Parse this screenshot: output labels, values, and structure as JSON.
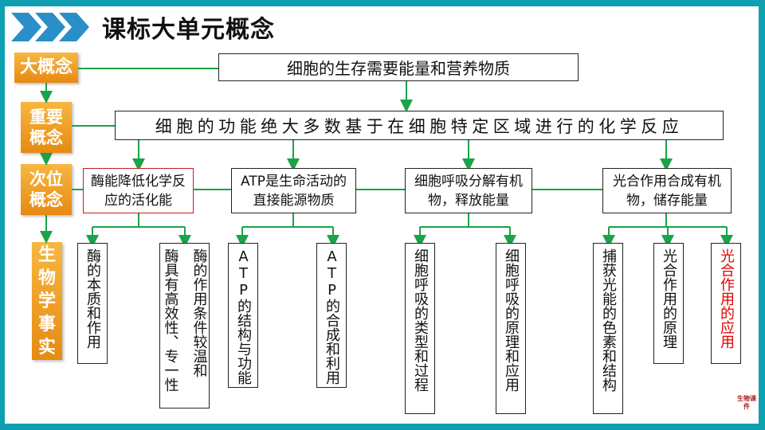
{
  "title": "课标大单元概念",
  "levels": {
    "big": "大概念",
    "important": "重要概念",
    "secondary": "次位概念",
    "facts": "生物学事实"
  },
  "big_concept": "细胞的生存需要能量和营养物质",
  "important_concept": "细胞的功能绝大多数基于在细胞特定区域进行的化学反应",
  "secondary": [
    "酶能降低化学反应的活化能",
    "ATP是生命活动的直接能源物质",
    "细胞呼吸分解有机物，释放能量",
    "光合作用合成有机物，储存能量"
  ],
  "facts": [
    {
      "cols": [
        "酶的本质和作用"
      ]
    },
    {
      "cols": [
        "酶具有高效性、专一性",
        "酶的作用条件较温和"
      ]
    },
    {
      "cols": [
        "ATP的结构与功能"
      ]
    },
    {
      "cols": [
        "ATP的合成和利用"
      ]
    },
    {
      "cols": [
        "细胞呼吸的类型和过程"
      ]
    },
    {
      "cols": [
        "细胞呼吸的原理和应用"
      ]
    },
    {
      "cols": [
        "捕获光能的色素和结构"
      ]
    },
    {
      "cols": [
        "光合作用的原理"
      ]
    },
    {
      "cols": [
        "光合作用的应用"
      ]
    }
  ],
  "colors": {
    "frame": "#0e9fb0",
    "level": "#f0a020",
    "line": "#1aa34a",
    "highlight": "#e00000"
  },
  "logo_text": "生物课件"
}
